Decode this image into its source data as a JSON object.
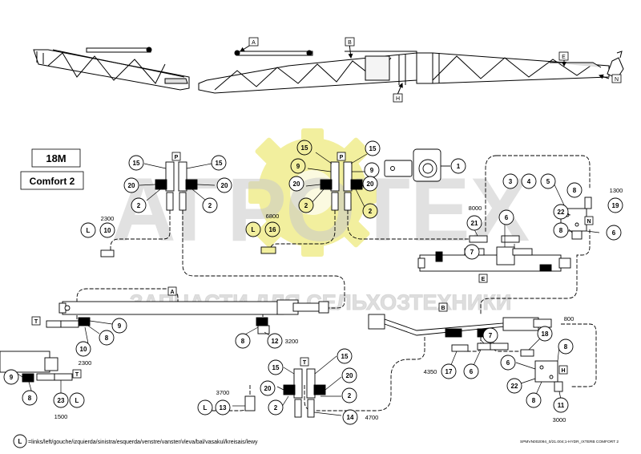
{
  "header": {
    "size": "18M",
    "model": "Comfort 2"
  },
  "watermark": {
    "main": "АГРОТЕХ",
    "sub": "ЗАПЧАСТИ ДЛЯ СЕЛЬХОЗТЕХНИКИ",
    "gear_color": "#f2ef9e",
    "text_color": "#c9c9c9"
  },
  "section_letters": {
    "A": "A",
    "B": "B",
    "E": "E",
    "H": "H",
    "N": "N",
    "P": "P",
    "T": "T"
  },
  "lengths": {
    "l2300_top": "2300",
    "l6800": "6800",
    "l8000": "8000",
    "l1300": "1300",
    "l2300_mid": "2300",
    "l3200": "3200",
    "l800": "800",
    "l4350": "4350",
    "l3700": "3700",
    "l4700": "4700",
    "l1500": "1500",
    "l3000": "3000"
  },
  "callouts": {
    "c15a": "15",
    "c15b": "15",
    "c20a": "20",
    "c20b": "20",
    "c2a": "2",
    "c2b": "2",
    "c10a": "10",
    "cLa": "L",
    "c15c": "15",
    "c9a": "9",
    "c20c": "20",
    "c2c": "2",
    "c15d": "15",
    "c9b": "9",
    "c20d": "20",
    "c2d": "2",
    "c16": "16",
    "cLb": "L",
    "c1": "1",
    "c3": "3",
    "c4": "4",
    "c5": "5",
    "c8a": "8",
    "c19": "19",
    "c22a": "22",
    "c8b": "8",
    "c6a": "6",
    "c21": "21",
    "c6b": "6",
    "c7a": "7",
    "cT1": "T",
    "c9c": "9",
    "c8c": "8",
    "c10b": "10",
    "c8d": "8",
    "c12": "12",
    "c9d": "9",
    "c8e": "8",
    "c23": "23",
    "cLc": "L",
    "cT2": "T",
    "c15e": "15",
    "c15f": "15",
    "c20e": "20",
    "c20f": "20",
    "c2e": "2",
    "c2f": "2",
    "c14": "14",
    "c13": "13",
    "cLd": "L",
    "c18": "18",
    "c8f": "8",
    "c6c": "6",
    "c22b": "22",
    "c8g": "8",
    "c11": "11",
    "c17": "17",
    "c6d": "6",
    "c7b": "7"
  },
  "footer": {
    "legend_key": "L",
    "legend_text": "=links/left/gouche/izquierda/sinistra/esquerda/venstre/vanster/vleva/bal/vasakul/kreisais/lewy",
    "drawing_id": "SPMVN002094_0/21.004;1-HYDR_IXTERB COMFORT 2"
  }
}
